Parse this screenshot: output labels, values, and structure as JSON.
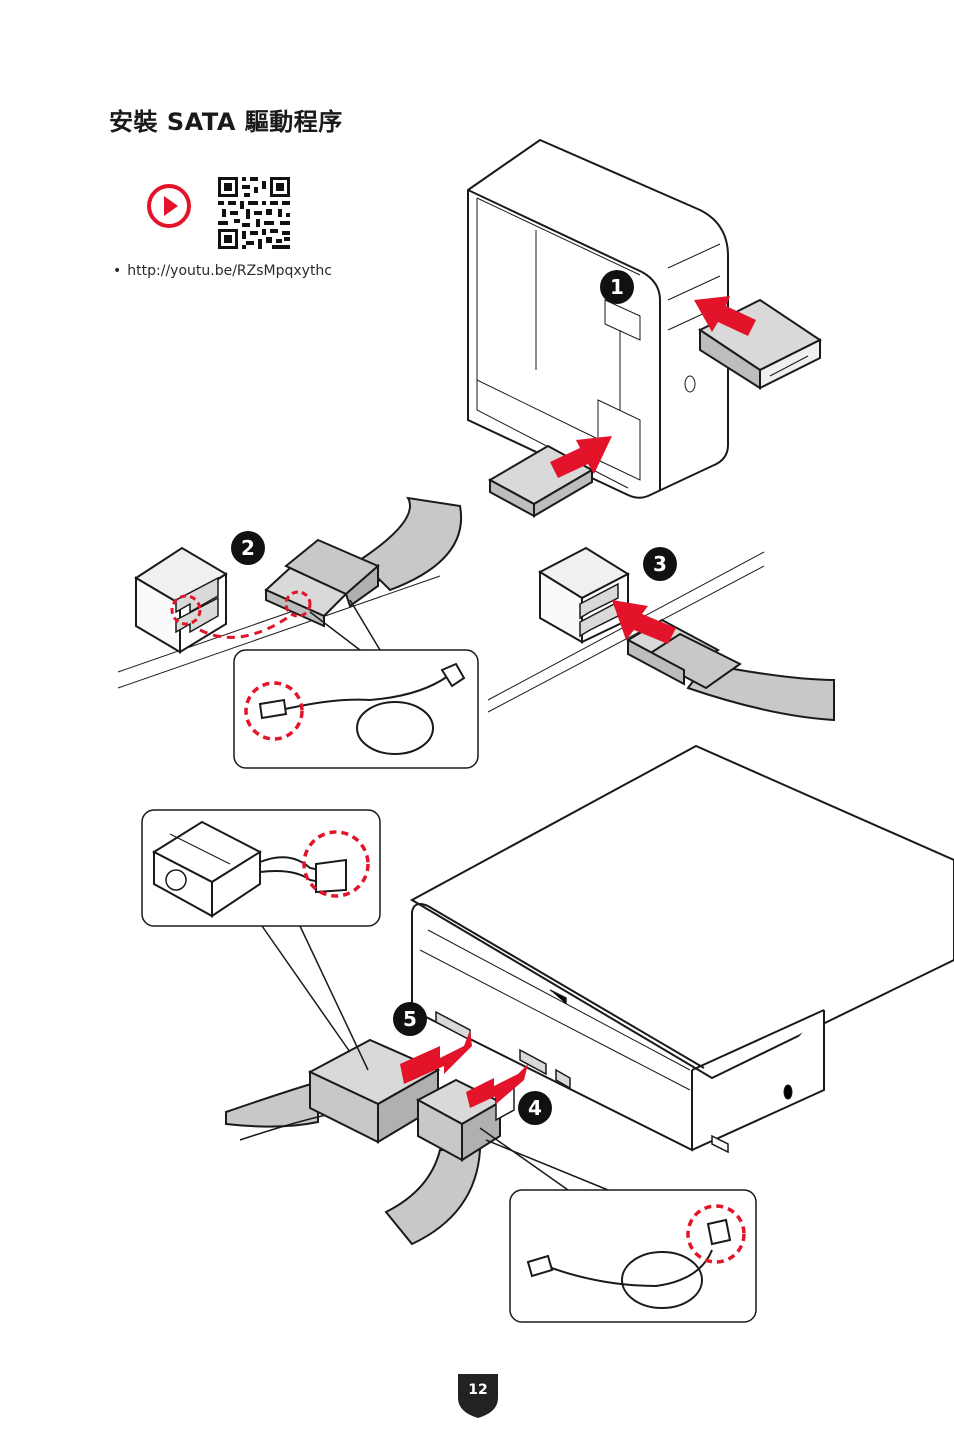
{
  "page": {
    "title": "安裝 SATA 驅動程序",
    "number": "12"
  },
  "video": {
    "bullet": "•",
    "url": "http://youtu.be/RZsMpqxythc",
    "play_icon": "play-circle-icon",
    "qr_icon": "qr-code-icon"
  },
  "steps": [
    {
      "number": "1"
    },
    {
      "number": "2"
    },
    {
      "number": "3"
    },
    {
      "number": "4"
    },
    {
      "number": "5"
    }
  ],
  "colors": {
    "accent_red": "#e3132a",
    "cable_gray": "#c8c8c8",
    "outline": "#1a1a1a",
    "badge_dark": "#222222"
  }
}
